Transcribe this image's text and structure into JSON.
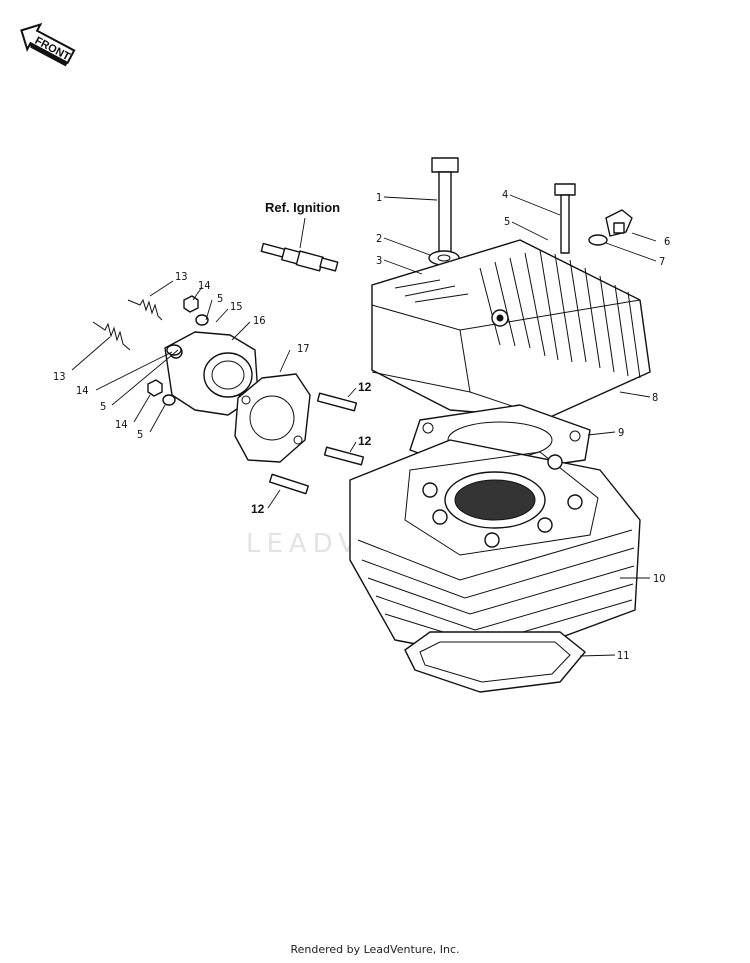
{
  "front_badge": "FRONT",
  "ref_label": "Ref. Ignition",
  "watermark": "LEADVENTURE",
  "footer": "Rendered by LeadVenture, Inc.",
  "callouts": {
    "c1": "1",
    "c2": "2",
    "c3": "3",
    "c4": "4",
    "c5a": "5",
    "c6": "6",
    "c7": "7",
    "c8": "8",
    "c9": "9",
    "c10": "10",
    "c11": "11",
    "c12a": "12",
    "c12b": "12",
    "c12c": "12",
    "c13a": "13",
    "c13b": "13",
    "c14a": "14",
    "c14b": "14",
    "c14c": "14",
    "c5b": "5",
    "c5c": "5",
    "c5d": "5",
    "c15": "15",
    "c16": "16",
    "c17": "17"
  }
}
